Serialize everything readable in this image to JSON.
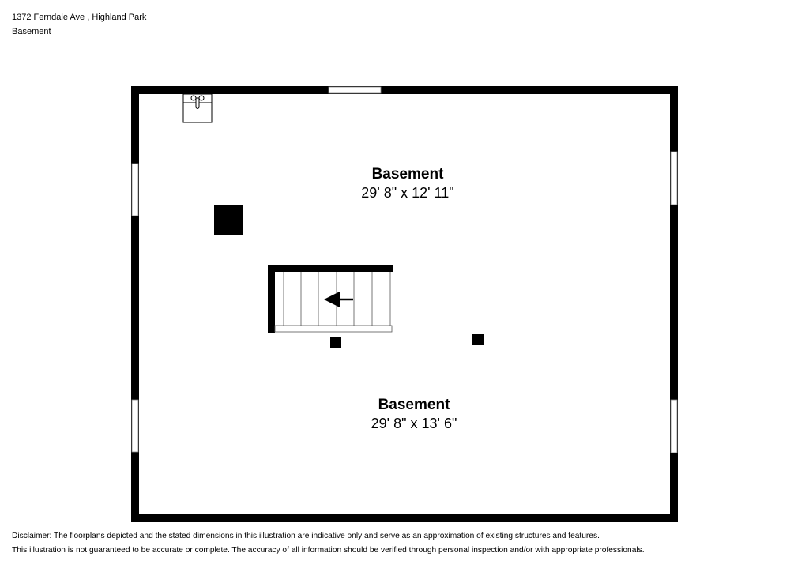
{
  "header": {
    "address": "1372 Ferndale Ave , Highland Park",
    "floor": "Basement"
  },
  "rooms": [
    {
      "name": "Basement",
      "dimensions": "29' 8\" x 12' 11\""
    },
    {
      "name": "Basement",
      "dimensions": "29' 8\" x 13' 6\""
    }
  ],
  "fixtures": {
    "sink": "sink-icon",
    "stairs": "stairs-icon",
    "stairs_direction": "left",
    "columns": 3
  },
  "disclaimer": {
    "line1": "Disclaimer: The floorplans depicted and the stated dimensions in this illustration are indicative only and serve as an approximation of existing structures and features.",
    "line2": "This illustration is not guaranteed to be accurate or complete. The accuracy of all information should be verified through personal inspection and/or with appropriate professionals."
  },
  "colors": {
    "wall": "#000000",
    "background": "#ffffff"
  }
}
